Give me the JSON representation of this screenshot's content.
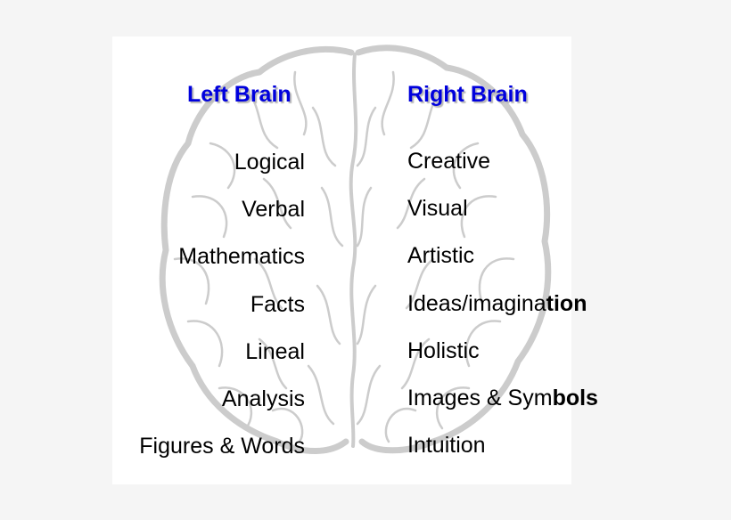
{
  "left": {
    "heading": "Left Brain",
    "items": [
      "Logical",
      "Verbal",
      "Mathematics",
      "Facts",
      "Lineal",
      "Analysis",
      "Figures & Words"
    ]
  },
  "right": {
    "heading": "Right Brain",
    "items": [
      {
        "text": "Creative",
        "bold_tail": ""
      },
      {
        "text": "Visual",
        "bold_tail": ""
      },
      {
        "text": "Artistic",
        "bold_tail": ""
      },
      {
        "text": "Ideas/imagina",
        "bold_tail": "tion"
      },
      {
        "text": "Holistic",
        "bold_tail": ""
      },
      {
        "text": "Images & Sym",
        "bold_tail": "bols"
      },
      {
        "text": "Intuition",
        "bold_tail": ""
      }
    ]
  },
  "colors": {
    "heading": "#0000dd",
    "outline": "#cccccc",
    "background": "#f5f5f5",
    "panel": "#ffffff"
  }
}
